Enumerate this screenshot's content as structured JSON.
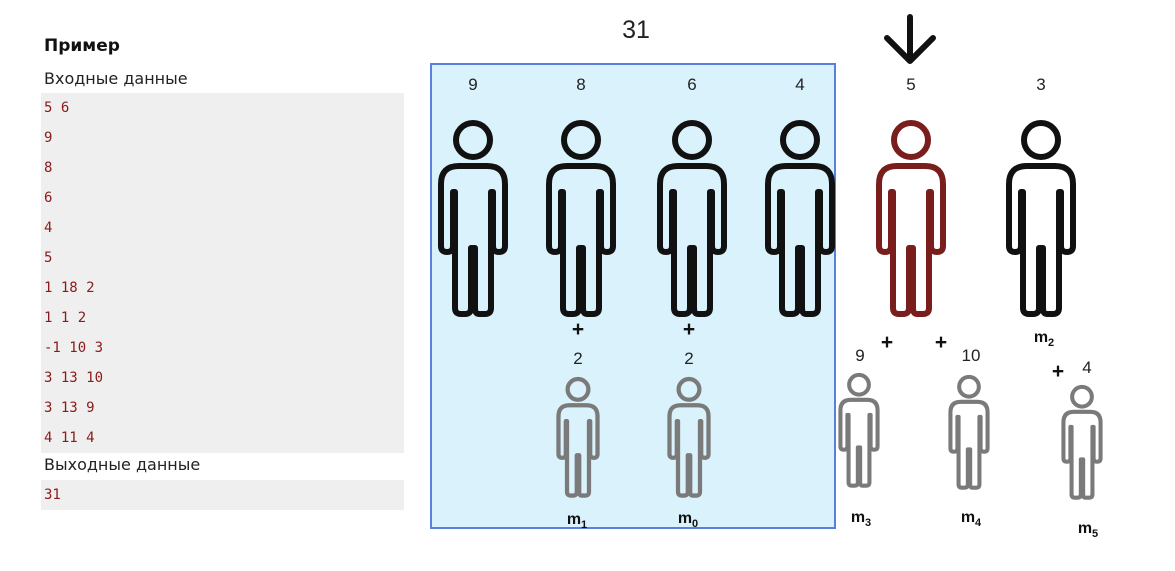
{
  "sample": {
    "title": "Пример",
    "input_label": "Входные данные",
    "input_lines": [
      "5 6",
      "9",
      "8",
      "6",
      "4",
      "5",
      "1 18 2",
      "1 1 2",
      "-1 10 3",
      "3 13 10",
      "3 13 9",
      "4 11 4"
    ],
    "output_label": "Выходные данные",
    "output_lines": [
      "31"
    ]
  },
  "diagram": {
    "total": "31",
    "arrow_icon": "down-arrow-icon",
    "top_values": [
      "9",
      "8",
      "6",
      "4",
      "5",
      "3"
    ],
    "plus_sign": "+",
    "bottom_values": [
      "2",
      "2",
      "9",
      "10",
      "4"
    ],
    "labels": [
      {
        "base": "m",
        "sub": "1"
      },
      {
        "base": "m",
        "sub": "0"
      },
      {
        "base": "m",
        "sub": "2"
      },
      {
        "base": "m",
        "sub": "3"
      },
      {
        "base": "m",
        "sub": "4"
      },
      {
        "base": "m",
        "sub": "5"
      }
    ],
    "colors": {
      "highlight_fill": "#daf2fb",
      "highlight_border": "#5b7fdc",
      "selected_person": "#7a1d1d",
      "person": "#111111",
      "small_person": "#7a7a7a",
      "code_text": "#8b1a1a",
      "code_bg": "#efefef"
    }
  }
}
